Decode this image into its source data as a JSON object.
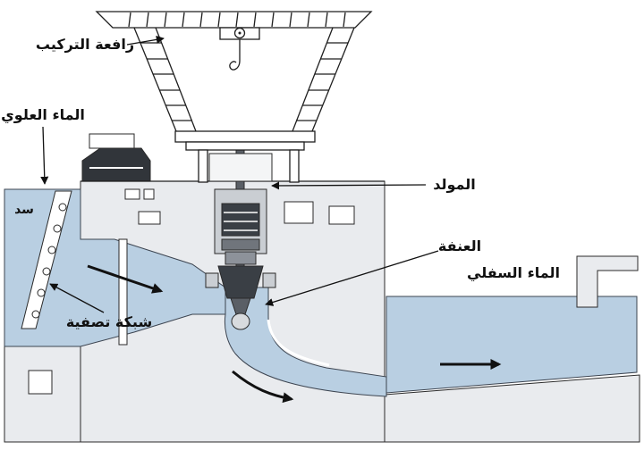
{
  "figure": {
    "type": "hydroelectric-dam-cross-section",
    "labels": {
      "crane": "رافعة التركيب",
      "upper_water": "الماء العلوي",
      "dam": "سد",
      "screen": "شبكة تصفية",
      "generator": "المولد",
      "turbine": "العنفة",
      "lower_water": "الماء السفلي"
    },
    "colors": {
      "water": "#b9cfe2",
      "structure": "#e9ebee",
      "machine_dark": "#3a3f45",
      "machine_mid": "#8d929a",
      "outline": "#1f1f1f"
    }
  }
}
